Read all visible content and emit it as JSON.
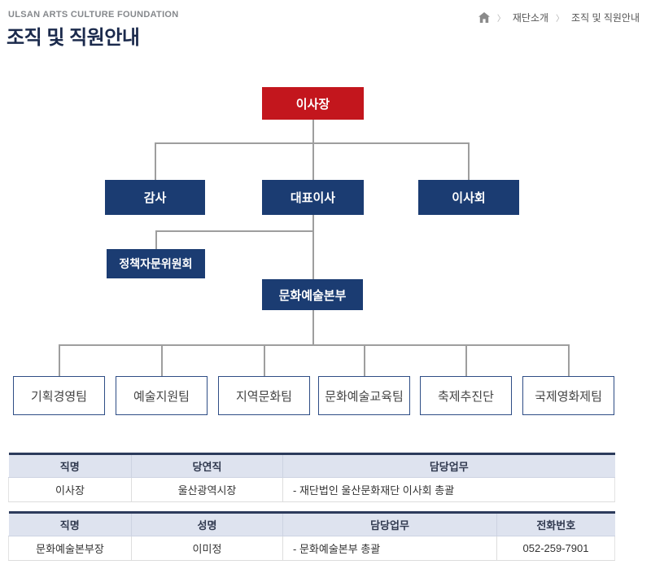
{
  "page": {
    "brand": "ULSAN ARTS CULTURE FOUNDATION",
    "title": "조직 및 직원안내"
  },
  "breadcrumb": {
    "home_icon": "home-icon",
    "separator": "〉",
    "items": [
      "재단소개",
      "조직 및 직원안내"
    ]
  },
  "org_chart": {
    "chairman": "이사장",
    "row2": [
      "감사",
      "대표이사",
      "이사회"
    ],
    "advisory": "정책자문위원회",
    "headquarters": "문화예술본부",
    "teams": [
      "기획경영팀",
      "예술지원팀",
      "지역문화팀",
      "문화예술교육팀",
      "축제추진단",
      "국제영화제팀"
    ],
    "colors": {
      "chairman_bg": "#c3161d",
      "department_bg": "#1b3c72",
      "team_border": "#2e4d85",
      "connector_line": "#9e9e9e"
    }
  },
  "tables": [
    {
      "headers": [
        "직명",
        "당연직",
        "담당업무"
      ],
      "rows": [
        [
          "이사장",
          "울산광역시장",
          "- 재단법인 울산문화재단 이사회 총괄"
        ]
      ]
    },
    {
      "headers": [
        "직명",
        "성명",
        "담당업무",
        "전화번호"
      ],
      "rows": [
        [
          "문화예술본부장",
          "이미정",
          "- 문화예술본부 총괄",
          "052-259-7901"
        ]
      ]
    }
  ]
}
